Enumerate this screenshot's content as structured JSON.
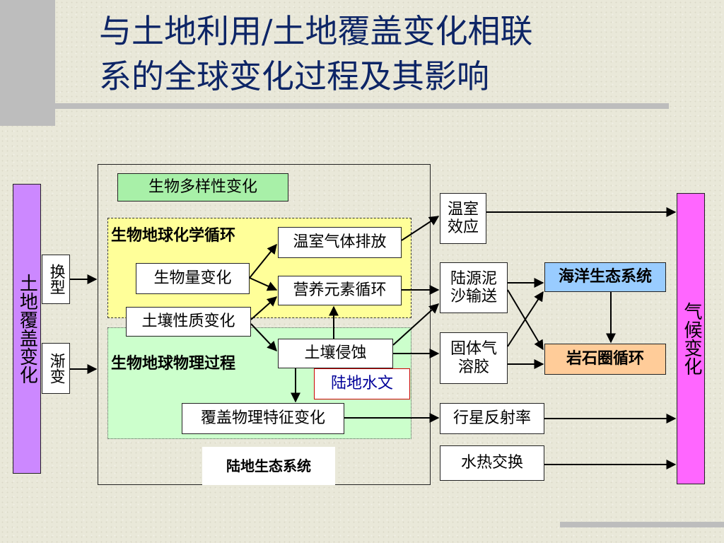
{
  "title": {
    "line1": "与土地利用/土地覆盖变化相联",
    "line2": "系的全球变化过程及其影响"
  },
  "left": {
    "main": "土地覆盖变化",
    "conversion": "换型",
    "modification": "渐变"
  },
  "ecosystem": {
    "biodiversity": "生物多样性变化",
    "biogeochem_label": "生物地球化学循环",
    "biophysical_label": "生物地球物理过程",
    "ghg_emission": "温室气体排放",
    "biomass_change": "生物量变化",
    "nutrient_cycle": "营养元素循环",
    "soil_property": "土壤性质变化",
    "soil_erosion": "土壤侵蚀",
    "land_hydrology": "陆地水文",
    "surface_physical": "覆盖物理特征变化",
    "land_ecosystem": "陆地生态系统"
  },
  "middle": {
    "greenhouse": "温室效应",
    "sediment": "陆源泥沙输送",
    "aerosol": "固体气溶胶",
    "albedo": "行星反射率",
    "heat_water": "水热交换"
  },
  "right": {
    "ocean": "海洋生态系统",
    "lithosphere": "岩石圈循环",
    "climate": "气候变化"
  },
  "colors": {
    "title": "#0d2566",
    "left_box": "#cc88ff",
    "climate_box": "#ff66ff",
    "biodiversity_box": "#a8f0a8",
    "biogeochem_region": "#ffff99",
    "biophysical_region": "#ccffcc",
    "ocean_box": "#99ccff",
    "lithosphere_box": "#ffcc99",
    "hydrology_border": "#cc0000",
    "hydrology_text": "#000099"
  }
}
